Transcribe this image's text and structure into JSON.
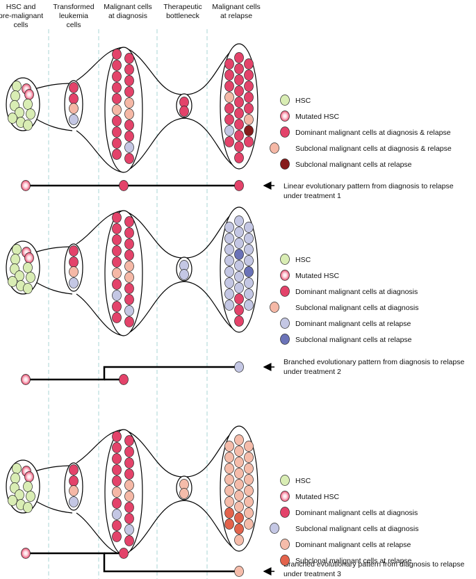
{
  "columns": [
    {
      "line1": "HSC and",
      "line2": "pre-malignant",
      "line3": "cells"
    },
    {
      "line1": "Transformed",
      "line2": "leukemia",
      "line3": "cells"
    },
    {
      "line1": "Malignant cells",
      "line2": "at diagnosis",
      "line3": ""
    },
    {
      "line1": "Therapeutic",
      "line2": "bottleneck",
      "line3": ""
    },
    {
      "line1": "Malignant cells",
      "line2": "at relapse",
      "line3": ""
    }
  ],
  "colors": {
    "hsc": "#d9edb4",
    "mutated_center": "#ffffff",
    "mutated_edge": "#e84c6e",
    "dominant": "#e3436a",
    "subclonal_diag": "#f5b8a6",
    "relapse_dark": "#861c1c",
    "dominant_relapse_blue": "#c4c7e4",
    "subclonal_relapse_blue": "#6b73b8",
    "dominant_relapse_salmon": "#f5bcaa",
    "subclonal_relapse_orange": "#e3634c",
    "divider": "#a9d4d4"
  },
  "panels": [
    {
      "legend": [
        {
          "type": "hsc",
          "label": "HSC"
        },
        {
          "type": "mutated",
          "label": "Mutated HSC"
        },
        {
          "type": "dominant",
          "label": "Dominant malignant cells at diagnosis & relapse"
        },
        {
          "type": "subclonal_diag",
          "label": "Subclonal malignant cells at diagnosis & relapse"
        },
        {
          "type": "relapse_dark",
          "label": "Subclonal malignant cells at relapse"
        }
      ],
      "pattern": {
        "line1": "Linear evolutionary pattern from diagnosis to relapse",
        "line2": "under treatment 1"
      }
    },
    {
      "legend": [
        {
          "type": "hsc",
          "label": "HSC"
        },
        {
          "type": "mutated",
          "label": "Mutated HSC"
        },
        {
          "type": "dominant",
          "label": "Dominant malignant cells at diagnosis"
        },
        {
          "type": "subclonal_diag",
          "label": "Subclonal malignant cells at diagnosis"
        },
        {
          "type": "dominant_relapse_blue",
          "label": "Dominant malignant cells at relapse"
        },
        {
          "type": "subclonal_relapse_blue",
          "label": "Subclonal malignant cells at relapse"
        }
      ],
      "pattern": {
        "line1": "Branched evolutionary pattern from diagnosis to relapse",
        "line2": "under treatment 2"
      }
    },
    {
      "legend": [
        {
          "type": "hsc",
          "label": "HSC"
        },
        {
          "type": "mutated",
          "label": "Mutated HSC"
        },
        {
          "type": "dominant",
          "label": "Dominant malignant cells at diagnosis"
        },
        {
          "type": "dominant_relapse_blue",
          "label": "Subclonal malignant cells at diagnosis"
        },
        {
          "type": "dominant_relapse_salmon",
          "label": "Dominant malignant cells at relapse"
        },
        {
          "type": "subclonal_relapse_orange",
          "label": "Subclonal malignant cells at relapse"
        }
      ],
      "pattern": {
        "line1": "Branched evolutionary pattern from diagnosis to relapse",
        "line2": "under treatment 3"
      }
    }
  ]
}
